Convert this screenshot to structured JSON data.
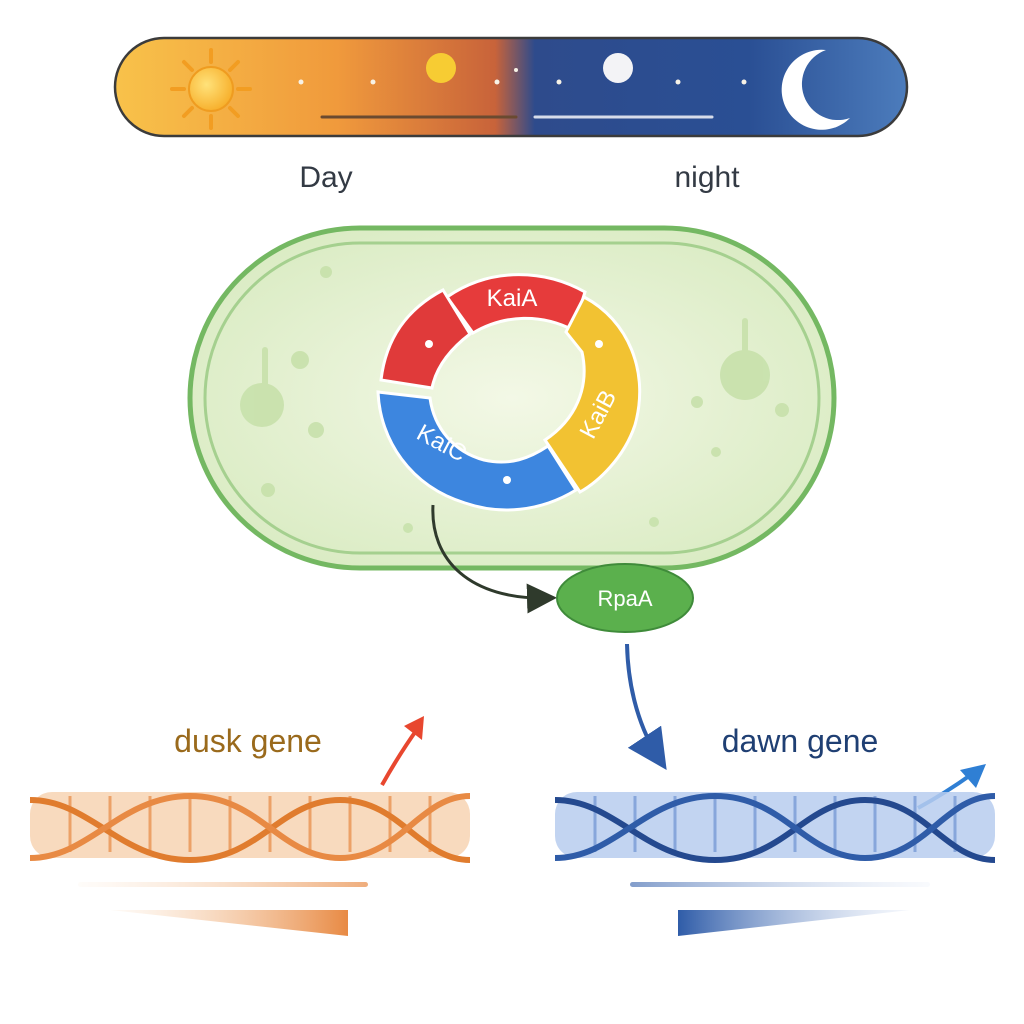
{
  "timeline": {
    "day_label": "Day",
    "night_label": "night",
    "colors": {
      "day_start": "#f8c448",
      "day_end": "#c95e2c",
      "night_start": "#2a4a8e",
      "night_end": "#4b7ab8"
    },
    "icons": [
      "sun-icon",
      "small-sun-icon",
      "full-moon-icon",
      "crescent-moon-icon"
    ]
  },
  "cell": {
    "color_fill": "#e4f1d2",
    "color_border": "#74b862",
    "proteins": [
      {
        "label": "KaiA",
        "color": "#e63b3b"
      },
      {
        "label": "KaiB",
        "color": "#f2c232"
      },
      {
        "label": "KaiC",
        "color": "#3d86df"
      }
    ]
  },
  "regulator": {
    "label": "RpaA",
    "color": "#5bb04d"
  },
  "genes": {
    "dusk": {
      "label": "dusk gene",
      "color": "#e88a44"
    },
    "dawn": {
      "label": "dawn gene",
      "color": "#2f5ca8"
    }
  }
}
